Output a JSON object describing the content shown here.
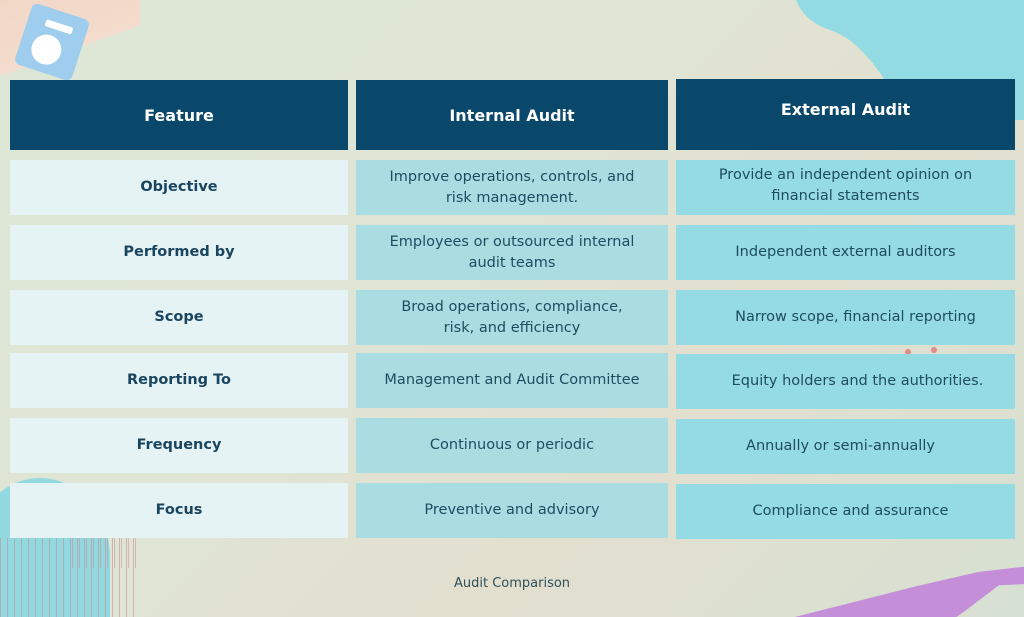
{
  "table": {
    "headers": [
      "Feature",
      "Internal Audit",
      "External Audit"
    ],
    "rows": [
      {
        "feature": "Objective",
        "internal": "Improve operations, controls, and risk management.",
        "external": "Provide an independent opinion on financial statements"
      },
      {
        "feature": "Performed by",
        "internal": "Employees or outsourced internal audit teams",
        "external": "Independent external auditors"
      },
      {
        "feature": "Scope",
        "internal": "Broad operations, compliance, risk, and efficiency",
        "external": "Narrow scope, financial reporting"
      },
      {
        "feature": "Reporting To",
        "internal": "Management and Audit Committee",
        "external": "Equity holders and the authorities."
      },
      {
        "feature": "Frequency",
        "internal": "Continuous or periodic",
        "external": "Annually or semi-annually"
      },
      {
        "feature": "Focus",
        "internal": "Preventive and advisory",
        "external": "Compliance and assurance"
      }
    ]
  },
  "caption": "Audit Comparison",
  "colors": {
    "header_bg": "#09476b",
    "header_text": "#ffffff",
    "feature_bg": "#e5f3f4",
    "internal_bg": "#a9dde2",
    "external_bg": "#95dbe4",
    "body_text": "#1e4d60"
  }
}
